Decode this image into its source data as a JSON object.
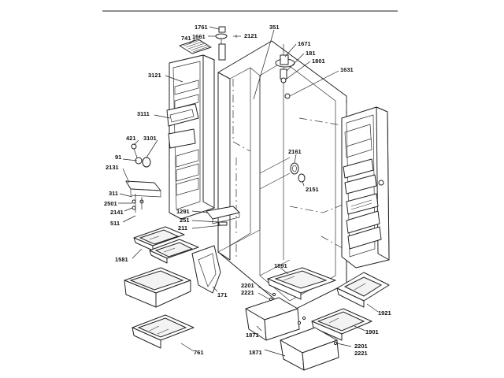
{
  "labels": {
    "l1761": "1761",
    "l1661": "1661",
    "l741": "741",
    "l2121": "2121",
    "l351": "351",
    "l1671": "1671",
    "l181": "181",
    "l1801": "1801",
    "l1631": "1631",
    "l3121": "3121",
    "l3111": "3111",
    "l421": "421",
    "l3101": "3101",
    "l91": "91",
    "l2131": "2131",
    "l2161": "2161",
    "l2151": "2151",
    "l311": "311",
    "l2501": "2501",
    "l2141": "2141",
    "l511": "511",
    "l1291": "1291",
    "l251": "251",
    "l211": "211",
    "l1581": "1581",
    "l1891": "1891",
    "l2201a": "2201",
    "l2221a": "2221",
    "l171": "171",
    "l1921": "1921",
    "l1871a": "1871",
    "l1901": "1901",
    "l761": "761",
    "l1871b": "1871",
    "l2201b": "2201",
    "l2221b": "2221"
  }
}
